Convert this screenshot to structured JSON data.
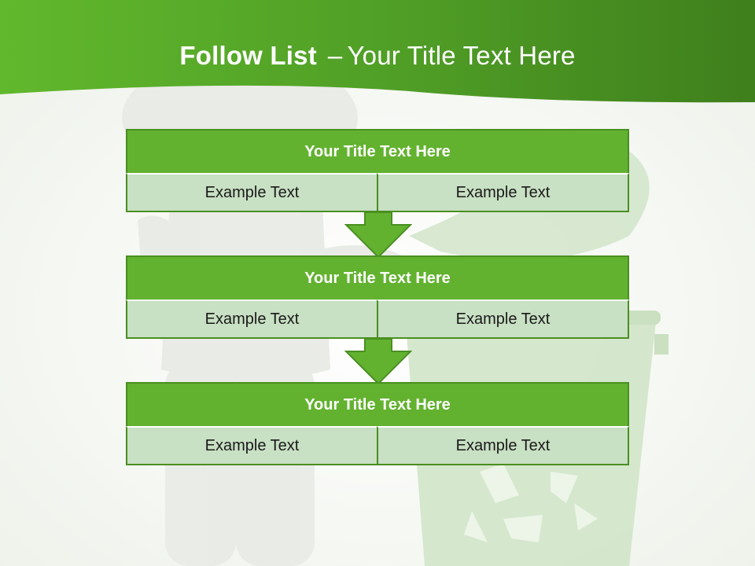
{
  "slide": {
    "title_bold": "Follow List",
    "title_separator": "–",
    "title_rest": "Your Title Text Here"
  },
  "steps": [
    {
      "title": "Your Title Text Here",
      "left": "Example Text",
      "right": "Example Text"
    },
    {
      "title": "Your Title Text Here",
      "left": "Example Text",
      "right": "Example Text"
    },
    {
      "title": "Your Title Text Here",
      "left": "Example Text",
      "right": "Example Text"
    }
  ],
  "colors": {
    "header_green": "#5fb52d",
    "title_bar": "#62b22f",
    "cell_fill": "#c8e0c3",
    "border": "#4a8f22"
  },
  "background_image": "figure beside recycling bin"
}
